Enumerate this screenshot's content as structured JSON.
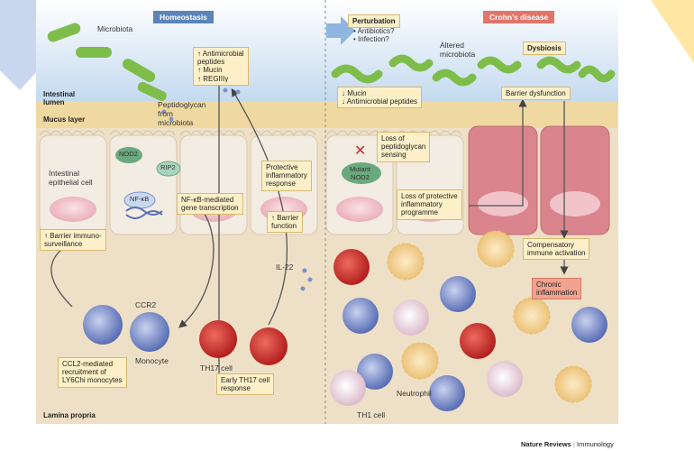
{
  "titles": {
    "homeostasis": "Homeostasis",
    "perturbation": "Perturbation",
    "perturbation_items": "• Antibiotics?\n• Infection?",
    "crohns": "Crohn’s disease",
    "dysbiosis": "Dysbiosis"
  },
  "regions": {
    "lumen": "Intestinal\nlumen",
    "mucus": "Mucus layer",
    "lamina": "Lamina propria"
  },
  "labels": {
    "microbiota": "Microbiota",
    "peptidoglycan": "Peptidoglycan\nfrom\nmicrobiota",
    "nod2": "NOD2",
    "rip2": "RIP2",
    "nfkb": "NF-κB",
    "epithelial": "Intestinal\nepithelial cell",
    "ccr2": "CCR2",
    "monocyte": "Monocyte",
    "th17": "TH17 cell",
    "il22": "IL-22",
    "altered": "Altered\nmicrobiota",
    "mutant_nod2": "Mutant\nNOD2",
    "neutrophil": "Neutrophil",
    "th1": "TH1 cell"
  },
  "boxes": {
    "antimicrobial": "↑ Antimicrobial\npeptides\n↑ Mucin\n↑ REGIIIγ",
    "nfkb_transcription": "NF-κB-mediated\ngene transcription",
    "protective": "Protective\ninflammatory\nresponse",
    "barrier_function": "↑ Barrier\nfunction",
    "barrier_immuno": "↑ Barrier immuno-\nsurveillance",
    "ccl2": "CCL2-mediated\nrecruitment of\nLY6Chi monocytes",
    "early_th17": "Early TH17 cell\nresponse",
    "mucin_down": "↓ Mucin\n↓ Antimicrobial peptides",
    "loss_pg": "Loss of\npeptidoglycan\nsensing",
    "loss_protective": "Loss of protective\ninflammatory\nprogramme",
    "barrier_dysfunction": "Barrier dysfunction",
    "compensatory": "Compensatory\nimmune activation",
    "chronic": "Chronic\ninflammation"
  },
  "credit": {
    "journal": "Nature Reviews",
    "separator": "|",
    "section": "Immunology"
  },
  "colors": {
    "homeostasis_tag": "#5b84b9",
    "crohns_tag": "#e2756b",
    "chronic_box": "#f2a28e",
    "bacteria": "#7fbd4a",
    "lumen_blue": "#c7dcf1",
    "mucus": "#efd9a1",
    "lamina": "#eee0c6",
    "epithelium": "#f2ebe1",
    "diseased_epithelium": "#d9828a",
    "th17_red": "#c52f2f",
    "monocyte_blue": "#7f91c8",
    "neutrophil_yellow": "#f3d58f"
  }
}
